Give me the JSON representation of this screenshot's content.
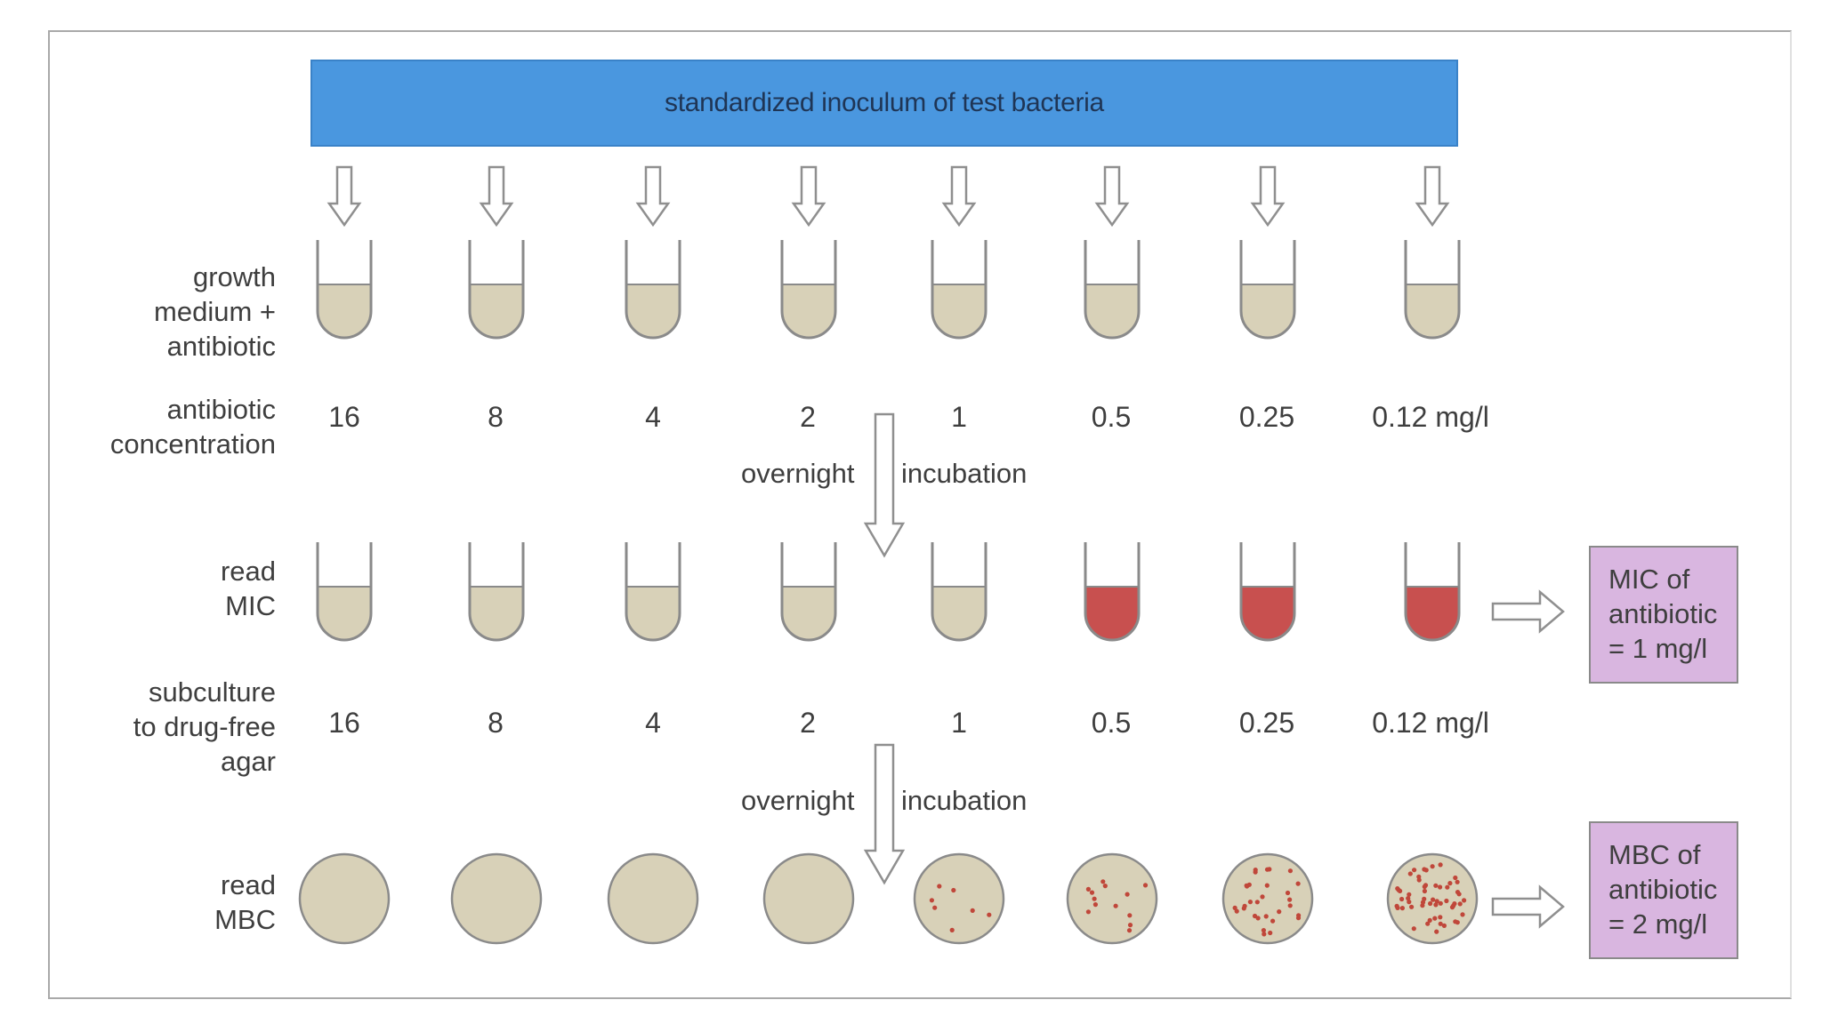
{
  "banner": "standardized inoculum of test bacteria",
  "row_labels": {
    "medium": [
      "growth",
      "medium +",
      "antibiotic"
    ],
    "concentration": [
      "antibiotic",
      "concentration"
    ],
    "read_mic": [
      "read",
      "MIC"
    ],
    "subculture": [
      "subculture",
      "to drug-free",
      "agar"
    ],
    "read_mbc": [
      "read",
      "MBC"
    ]
  },
  "concentrations": [
    "16",
    "8",
    "4",
    "2",
    "1",
    "0.5",
    "0.25",
    "0.12 mg/l"
  ],
  "incubation": {
    "left": "overnight",
    "right": "incubation"
  },
  "mic_tube_growth": [
    false,
    false,
    false,
    false,
    false,
    true,
    true,
    true
  ],
  "mbc_colony_counts": [
    0,
    0,
    0,
    0,
    7,
    13,
    30,
    55
  ],
  "mic_result": [
    "MIC of",
    "antibiotic",
    "= 1 mg/l"
  ],
  "mbc_result": [
    "MBC of",
    "antibiotic",
    "= 2 mg/l"
  ],
  "colors": {
    "banner": "#4a97df",
    "medium": "#d8d1b8",
    "growth": "#c8504f",
    "colony": "#c0473a",
    "result_box": "#d9b6e0"
  }
}
